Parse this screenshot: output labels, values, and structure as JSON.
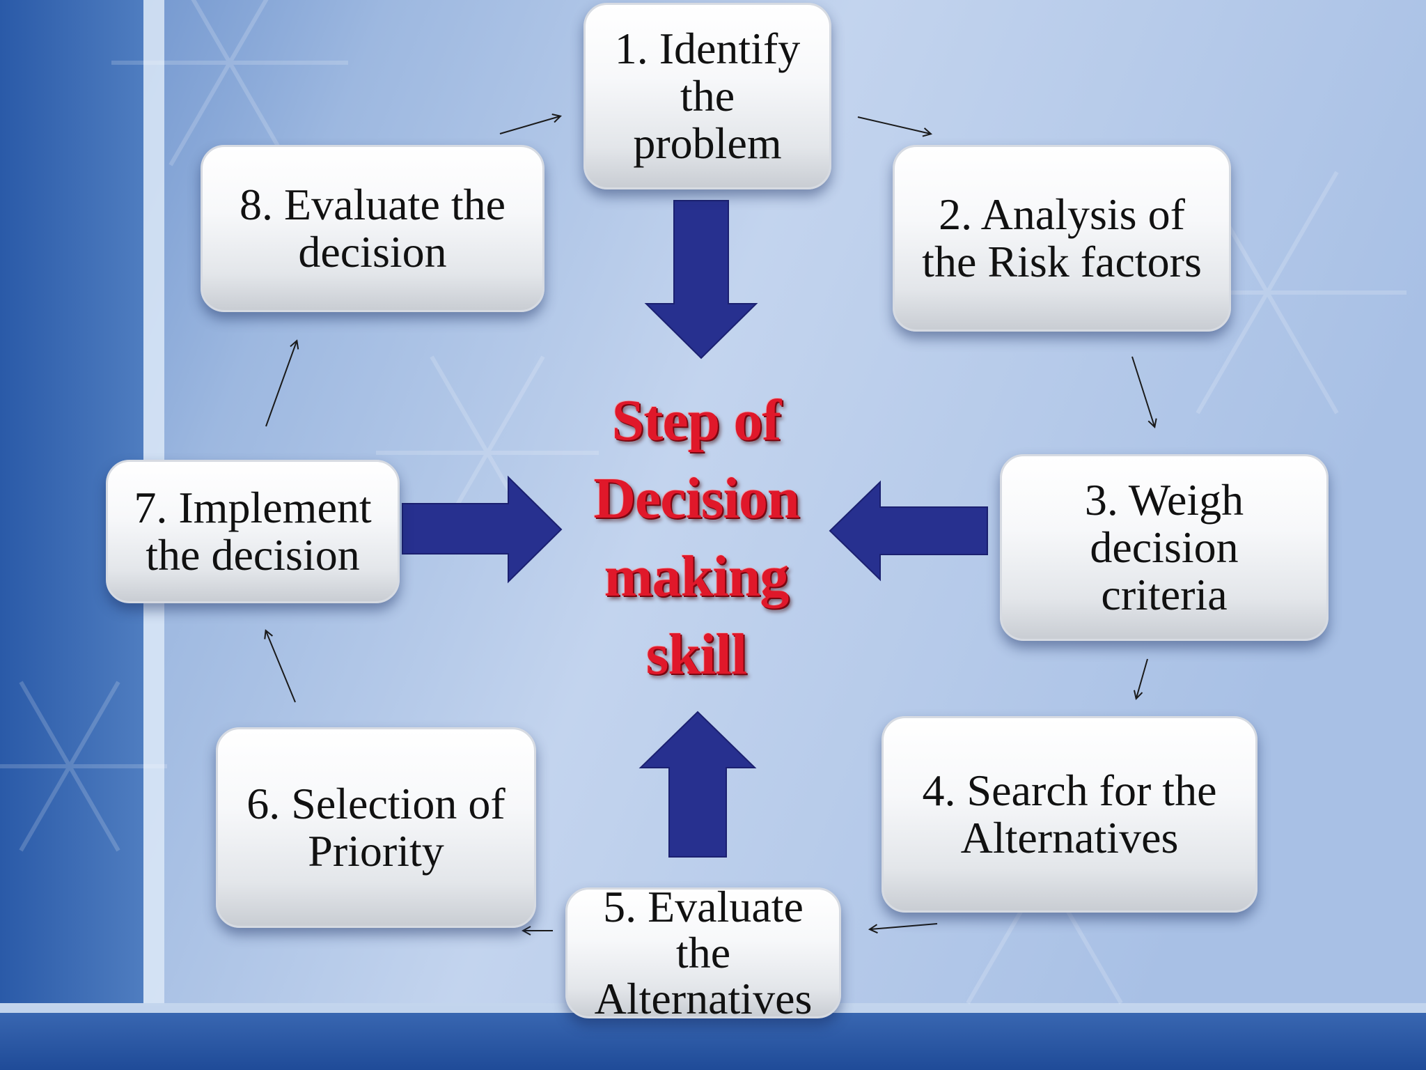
{
  "colors": {
    "background_light": "#bcd0ec",
    "background_dark": "#2c5fae",
    "big_arrow_fill": "#27308f",
    "title_red": "#e0182a"
  },
  "center_title": "Step of\nDecision\nmaking\nskill",
  "steps": [
    {
      "label": "1. Identify\nthe\nproblem"
    },
    {
      "label": "2. Analysis of\nthe Risk factors"
    },
    {
      "label": "3. Weigh\ndecision\ncriteria"
    },
    {
      "label": "4. Search for the\nAlternatives"
    },
    {
      "label": "5. Evaluate\nthe\nAlternatives"
    },
    {
      "label": "6. Selection of\nPriority"
    },
    {
      "label": "7. Implement\nthe decision"
    },
    {
      "label": "8. Evaluate the\ndecision"
    }
  ],
  "icons": {
    "big_arrows": [
      "big-arrow-down-icon",
      "big-arrow-left-icon",
      "big-arrow-up-icon",
      "big-arrow-right-icon"
    ],
    "small_arrows": [
      "cycle-arrow-icon"
    ]
  }
}
